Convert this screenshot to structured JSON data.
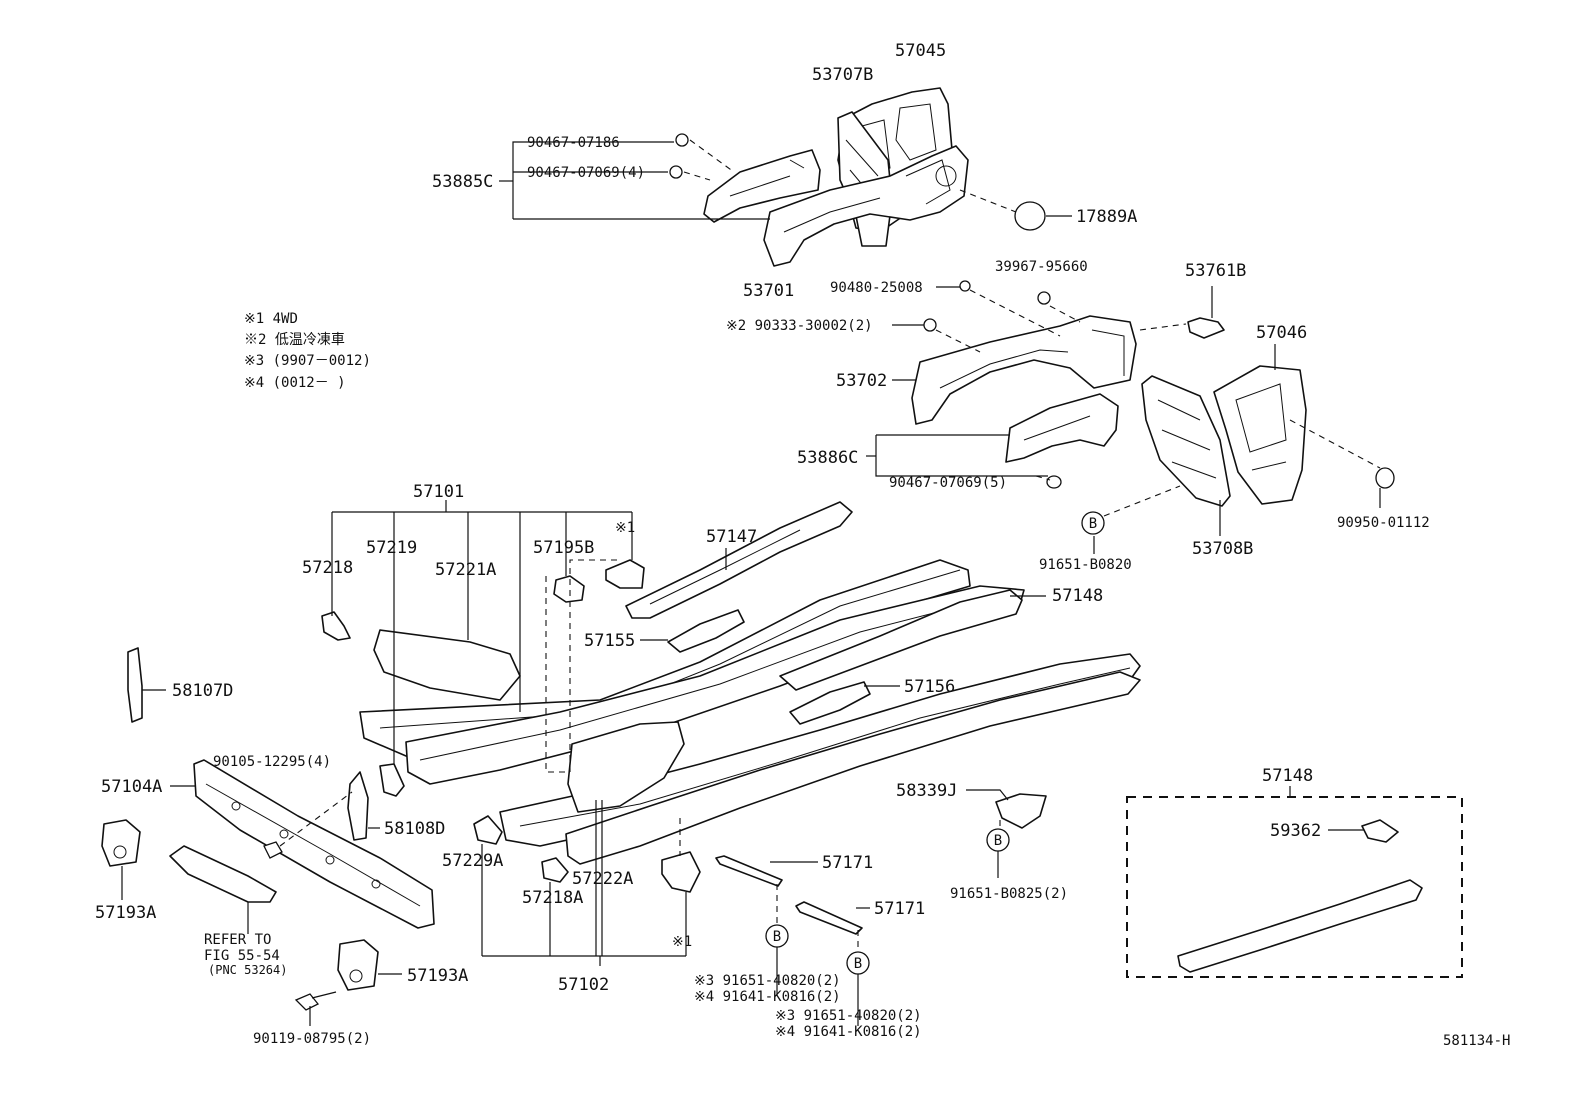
{
  "labels": {
    "p57045": "57045",
    "p53707b": "53707B",
    "p53885c": "53885C",
    "p90467_07186": "90467-07186",
    "p90467_07069_4": "90467-07069(4)",
    "p17889a": "17889A",
    "p53701": "53701",
    "p90480_25008": "90480-25008",
    "p39967_95660": "39967-95660",
    "p53761b": "53761B",
    "p90333": "※2 90333-30002(2)",
    "p57046": "57046",
    "p53702": "53702",
    "p53886c": "53886C",
    "p90467_07069_5": "90467-07069(5)",
    "p90950": "90950-01112",
    "p91651_b0820": "91651-B0820",
    "p53708b": "53708B",
    "p57101": "57101",
    "p57218": "57218",
    "p57219": "57219",
    "p57221a": "57221A",
    "p57195b": "57195B",
    "p57147": "57147",
    "p57148": "57148",
    "p57155": "57155",
    "p57156": "57156",
    "p58107d": "58107D",
    "p90105": "90105-12295(4)",
    "p57104a": "57104A",
    "p58108d": "58108D",
    "p57229a": "57229A",
    "p57222a": "57222A",
    "p57218a": "57218A",
    "p57193a_left": "57193A",
    "p57193a_bottom": "57193A",
    "p57102": "57102",
    "p57171_a": "57171",
    "p57171_b": "57171",
    "p58339j": "58339J",
    "p91651_b0825": "91651-B0825(2)",
    "p57148_box": "57148",
    "p59362": "59362",
    "p90119": "90119-08795(2)",
    "p3_a": "※3 91651-40820(2)",
    "p4_a": "※4 91641-K0816(2)",
    "p3_b": "※3 91651-40820(2)",
    "p4_b": "※4 91641-K0816(2)",
    "mark1_top": "※1",
    "mark1_bottom": "※1",
    "refer1": "REFER TO",
    "refer2": "FIG 55-54",
    "refer3": "(PNC 53264)",
    "circle_b": "B",
    "drawing_id": "581134-H"
  },
  "notes": [
    "※1  4WD",
    "※2  低温冷凍車",
    "※3  (9907－0012)",
    "※4  (0012－      )"
  ]
}
